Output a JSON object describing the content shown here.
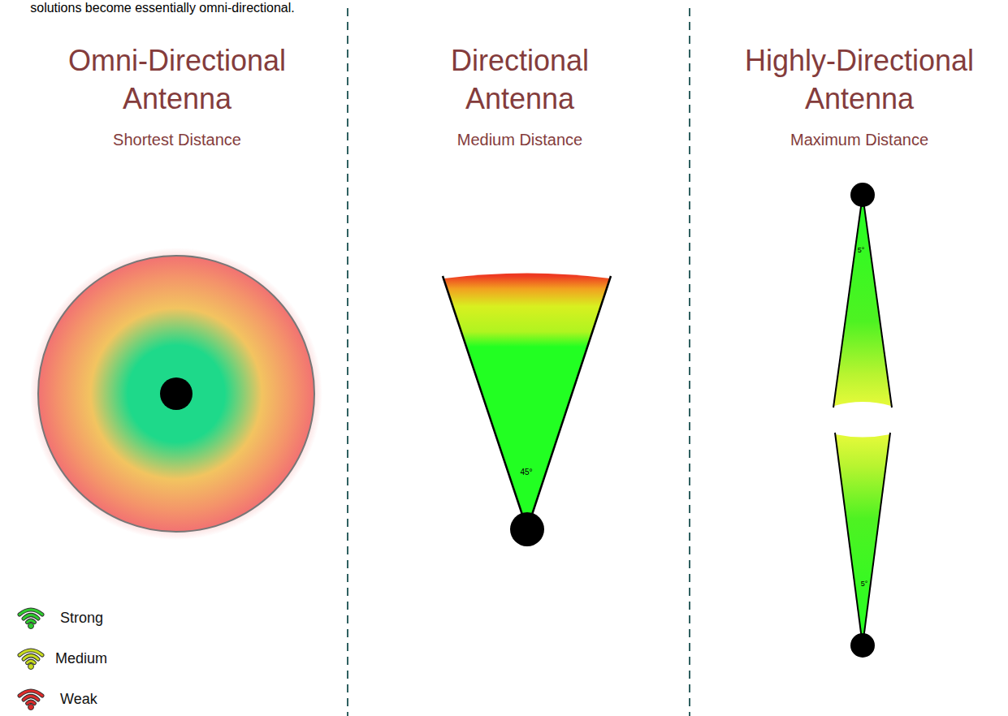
{
  "diagram": {
    "labels": [
      "solutions become essentially omni-directional.",
      "Omni-Directional Antenna",
      "Shortest Distance",
      "Directional Antenna",
      "Medium Distance",
      "Highly-Directional Antenna",
      "Maximum Distance",
      "45°",
      "5°",
      "5°"
    ],
    "legend": [
      {
        "text": "Strong",
        "color": "#2ecc2e"
      },
      {
        "text": "Medium",
        "color": "#c8dc1e"
      },
      {
        "text": "Weak",
        "color": "#dd2a2a"
      }
    ]
  }
}
